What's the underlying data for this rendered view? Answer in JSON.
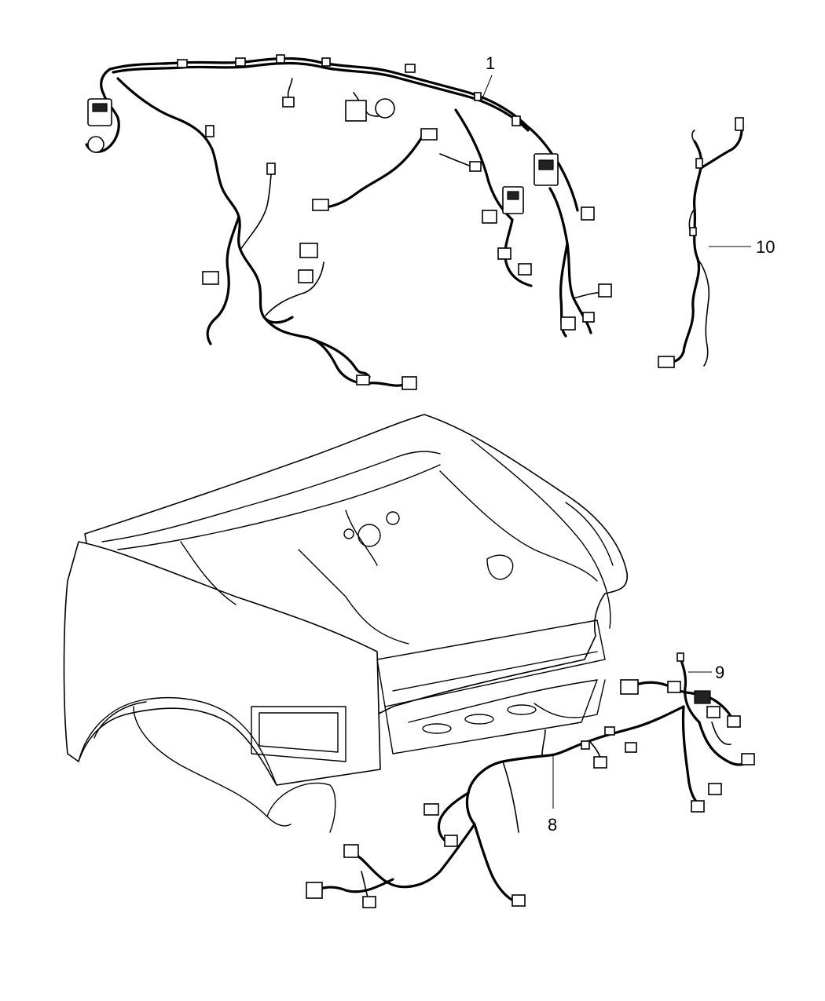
{
  "callouts": [
    {
      "id": "1",
      "label": "1"
    },
    {
      "id": "10",
      "label": "10"
    },
    {
      "id": "9",
      "label": "9"
    },
    {
      "id": "8",
      "label": "8"
    }
  ]
}
